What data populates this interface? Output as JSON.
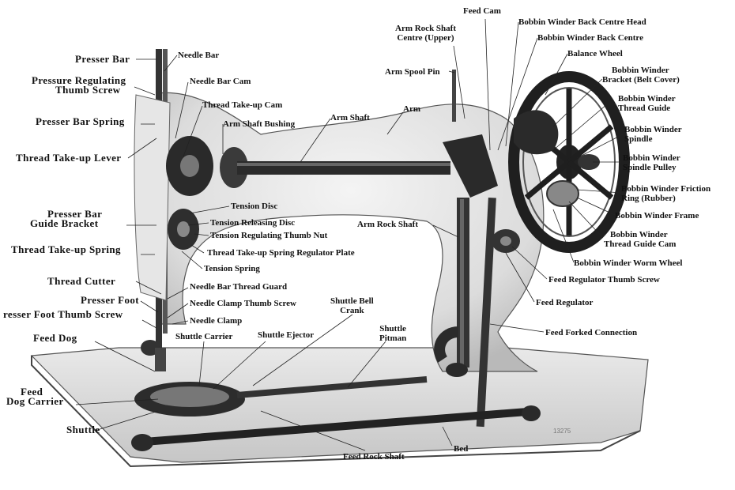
{
  "labels": {
    "presser_bar": "Presser Bar",
    "needle_bar": "Needle Bar",
    "pressure_regulating_thumb_screw_1": "Pressure Regulating",
    "pressure_regulating_thumb_screw_2": "Thumb Screw",
    "needle_bar_cam": "Needle Bar Cam",
    "thread_take_up_cam": "Thread Take-up Cam",
    "presser_bar_spring": "Presser Bar Spring",
    "arm_shaft_bushing": "Arm Shaft Bushing",
    "arm_shaft": "Arm Shaft",
    "thread_take_up_lever": "Thread Take-up Lever",
    "tension_disc": "Tension Disc",
    "tension_releasing_disc": "Tension Releasing Disc",
    "presser_bar_guide_bracket_1": "Presser Bar",
    "presser_bar_guide_bracket_2": "Guide Bracket",
    "tension_regulating_thumb_nut": "Tension Regulating Thumb Nut",
    "thread_take_up_spring": "Thread Take-up Spring",
    "thread_take_up_spring_regulator_plate": "Thread Take-up Spring Regulator Plate",
    "tension_spring": "Tension Spring",
    "thread_cutter": "Thread Cutter",
    "needle_bar_thread_guard": "Needle Bar Thread Guard",
    "presser_foot": "Presser Foot",
    "needle_clamp_thumb_screw": "Needle Clamp Thumb Screw",
    "presser_foot_thumb_screw": "resser Foot Thumb Screw",
    "needle_clamp": "Needle Clamp",
    "feed_dog": "Feed Dog",
    "shuttle_carrier": "Shuttle Carrier",
    "shuttle_ejector": "Shuttle Ejector",
    "shuttle_bell_crank_1": "Shuttle Bell",
    "shuttle_bell_crank_2": "Crank",
    "shuttle_pitman_1": "Shuttle",
    "shuttle_pitman_2": "Pitman",
    "feed_dog_carrier_1": "Feed",
    "feed_dog_carrier_2": "Dog Carrier",
    "shuttle": "Shuttle",
    "feed_rock_shaft": "Feed Rock Shaft",
    "bed": "Bed",
    "feed_cam": "Feed Cam",
    "arm_rock_shaft_centre_upper_1": "Arm Rock Shaft",
    "arm_rock_shaft_centre_upper_2": "Centre (Upper)",
    "arm_spool_pin": "Arm Spool Pin",
    "arm": "Arm",
    "arm_rock_shaft": "Arm Rock Shaft",
    "bobbin_winder_back_centre_head": "Bobbin Winder Back Centre Head",
    "bobbin_winder_back_centre": "Bobbin Winder Back Centre",
    "balance_wheel": "Balance Wheel",
    "bobbin_winder_bracket_1": "Bobbin Winder",
    "bobbin_winder_bracket_2": "Bracket (Belt Cover)",
    "bobbin_winder_thread_guide_1": "Bobbin Winder",
    "bobbin_winder_thread_guide_2": "Thread Guide",
    "bobbin_winder_spindle_1": "Bobbin Winder",
    "bobbin_winder_spindle_2": "Spindle",
    "bobbin_winder_spindle_pulley_1": "Bobbin Winder",
    "bobbin_winder_spindle_pulley_2": "Spindle Pulley",
    "bobbin_winder_friction_ring_1": "Bobbin Winder Friction",
    "bobbin_winder_friction_ring_2": "Ring (Rubber)",
    "bobbin_winder_frame": "Bobbin Winder Frame",
    "bobbin_winder_thread_guide_cam_1": "Bobbin Winder",
    "bobbin_winder_thread_guide_cam_2": "Thread Guide Cam",
    "bobbin_winder_worm_wheel": "Bobbin Winder Worm Wheel",
    "feed_regulator_thumb_screw": "Feed Regulator Thumb Screw",
    "feed_regulator": "Feed Regulator",
    "feed_forked_connection": "Feed Forked Connection",
    "plate_number": "13275"
  }
}
